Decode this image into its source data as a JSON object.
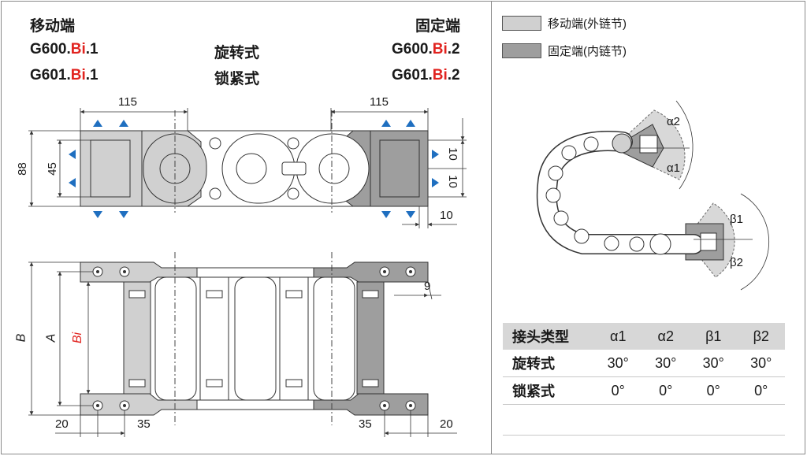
{
  "left": {
    "moving_label": "移动端",
    "fixed_label": "固定端",
    "row1": {
      "left_prefix": "G600.",
      "left_bi": "Bi",
      "left_suffix": ".1",
      "mid": "旋转式",
      "right_prefix": "G600.",
      "right_bi": "Bi",
      "right_suffix": ".2"
    },
    "row2": {
      "left_prefix": "G601.",
      "left_bi": "Bi",
      "left_suffix": ".1",
      "mid": "锁紧式",
      "right_prefix": "G601.",
      "right_bi": "Bi",
      "right_suffix": ".2"
    }
  },
  "legend": [
    {
      "label": "移动端(外链节)",
      "color": "#d0d0d0"
    },
    {
      "label": "固定端(内链节)",
      "color": "#9e9e9e"
    }
  ],
  "dims": {
    "top_left_115": "115",
    "top_right_115": "115",
    "d88": "88",
    "d45": "45",
    "d10a": "10",
    "d10b": "10",
    "d10c": "10",
    "bottom_20_left": "20",
    "bottom_35_left": "35",
    "bottom_35_right": "35",
    "bottom_20_right": "20",
    "d9": "9",
    "B": "B",
    "A": "A",
    "Bi": "Bi"
  },
  "angles": {
    "a2": "α2",
    "a1": "α1",
    "b1": "β1",
    "b2": "β2"
  },
  "table": {
    "headers": [
      "接头类型",
      "α1",
      "α2",
      "β1",
      "β2"
    ],
    "rows": [
      {
        "label": "旋转式",
        "values": [
          "30°",
          "30°",
          "30°",
          "30°"
        ]
      },
      {
        "label": "锁紧式",
        "values": [
          "0°",
          "0°",
          "0°",
          "0°"
        ]
      }
    ]
  },
  "colors": {
    "light_gray": "#d0d0d0",
    "dark_gray": "#9e9e9e",
    "arrow_blue": "#1f6fc0",
    "accent_red": "#e1231f"
  }
}
